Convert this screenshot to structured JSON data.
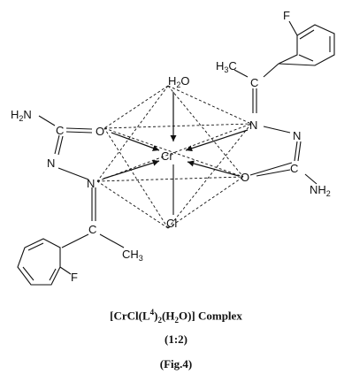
{
  "figure": {
    "atoms": {
      "metal": "Cr",
      "water": "H2O",
      "chloride": "Cl",
      "o_left": "O",
      "o_right": "O",
      "n_left": "N",
      "n_right": "N",
      "n_left_hyd": "N",
      "n_right_hyd": "N",
      "c_left_amide": "C",
      "c_right_amide": "C",
      "c_left_imine": "C",
      "c_right_imine": "C",
      "nh2_left": "H2N",
      "nh2_right": "NH2",
      "ch3_bottom": "CH3",
      "h3c_top": "H3C",
      "f_top": "F",
      "f_bottom": "F"
    },
    "caption_complex_prefix": "[CrCl(L",
    "caption_complex_sup": "4",
    "caption_complex_mid": ")",
    "caption_complex_sub1": "2",
    "caption_complex_mid2": "(H",
    "caption_complex_sub2": "2",
    "caption_complex_suffix": "O)] Complex",
    "ratio": "(1:2)",
    "fig_label": "(Fig.4)"
  }
}
